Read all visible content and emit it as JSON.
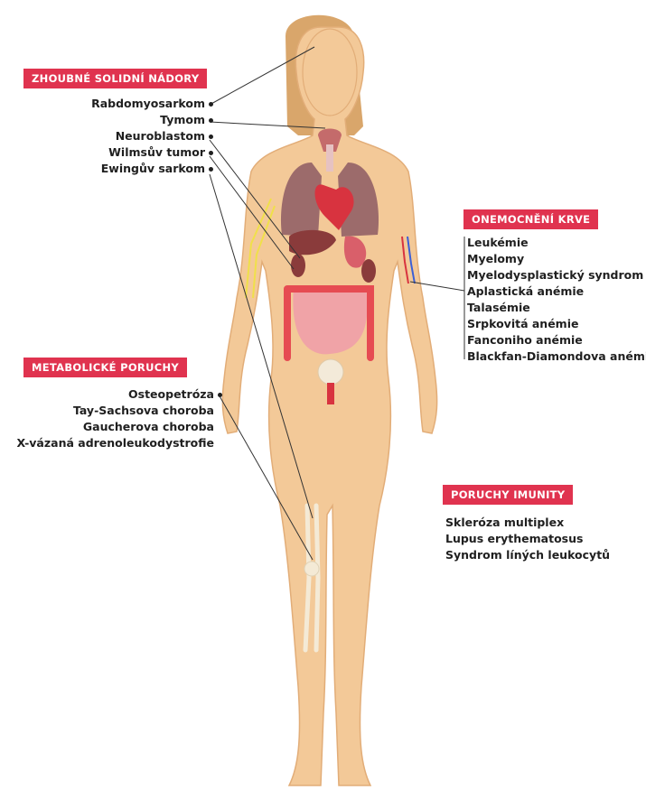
{
  "sections": {
    "solid_tumors": {
      "title": "ZHOUBNÉ SOLIDNÍ NÁDORY",
      "items": [
        "Rabdomyosarkom",
        "Tymom",
        "Neuroblastom",
        "Wilmsův tumor",
        "Ewingův sarkom"
      ]
    },
    "blood": {
      "title": "ONEMOCNĚNÍ KRVE",
      "items": [
        "Leukémie",
        "Myelomy",
        "Myelodysplastický syndrom",
        "Aplastická anémie",
        "Talasémie",
        "Srpkovitá anémie",
        "Fanconiho anémie",
        "Blackfan-Diamondova anémie"
      ]
    },
    "metabolic": {
      "title": "METABOLICKÉ PORUCHY",
      "items": [
        "Osteopetróza",
        "Tay-Sachsova choroba",
        "Gaucherova choroba",
        "X-vázaná adrenoleukodystrofie"
      ]
    },
    "immunity": {
      "title": "PORUCHY IMUNITY",
      "items": [
        "Skleróza multiplex",
        "Lupus erythematosus",
        "Syndrom líných leukocytů"
      ]
    }
  },
  "colors": {
    "header": "#e0334f",
    "skin": "#f3c998",
    "skin_outline": "#e2ad78",
    "hair": "#d9a66b",
    "text": "#1f1f1f",
    "lungs": "#9c6b6b",
    "heart": "#d8333f",
    "liver": "#8a3b3b",
    "intestine": "#f0a3a7",
    "colon": "#e64b52",
    "bone": "#f4ead6",
    "nerve": "#f0e04a"
  }
}
